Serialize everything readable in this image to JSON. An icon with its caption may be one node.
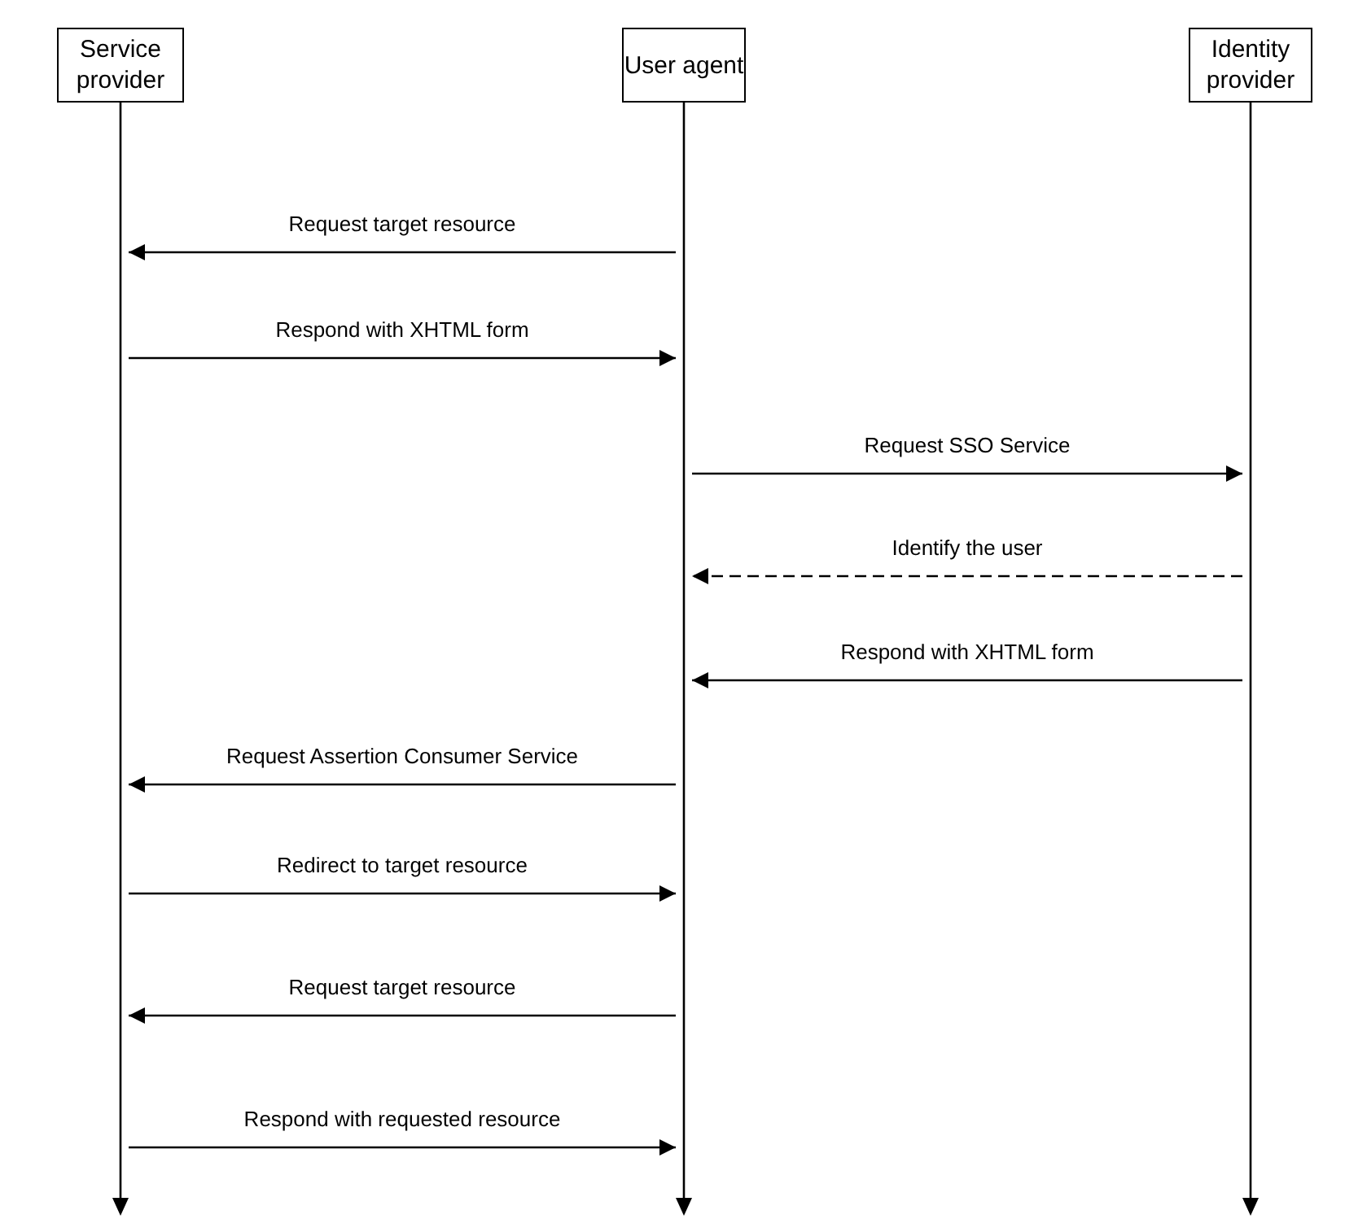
{
  "diagram": {
    "nodes": [
      {
        "text": [
          "Service provider"
        ]
      },
      {
        "text": [
          "User agent"
        ]
      },
      {
        "text": [
          "Identity provider"
        ]
      },
      {
        "text": [],
        "shape": "lifeline"
      },
      {
        "text": [],
        "shape": "lifeline"
      },
      {
        "text": [],
        "shape": "lifeline"
      }
    ],
    "edges": [
      {
        "from": 4,
        "to": 3,
        "arrow": "to",
        "label": "Request target resource"
      },
      {
        "from": 3,
        "to": 4,
        "arrow": "to",
        "label": "Respond with XHTML form"
      },
      {
        "from": 4,
        "to": 5,
        "arrow": "to",
        "label": "Request SSO Service"
      },
      {
        "from": 5,
        "to": 4,
        "arrow": "to",
        "label": "Identify the user",
        "style": "dashed"
      },
      {
        "from": 5,
        "to": 4,
        "arrow": "to",
        "label": "Respond with XHTML form"
      },
      {
        "from": 4,
        "to": 3,
        "arrow": "to",
        "label": "Request Assertion Consumer Service"
      },
      {
        "from": 3,
        "to": 4,
        "arrow": "to",
        "label": "Redirect to target resource"
      },
      {
        "from": 4,
        "to": 3,
        "arrow": "to",
        "label": "Request target resource"
      },
      {
        "from": 3,
        "to": 4,
        "arrow": "to",
        "label": "Respond with requested resource"
      }
    ]
  }
}
